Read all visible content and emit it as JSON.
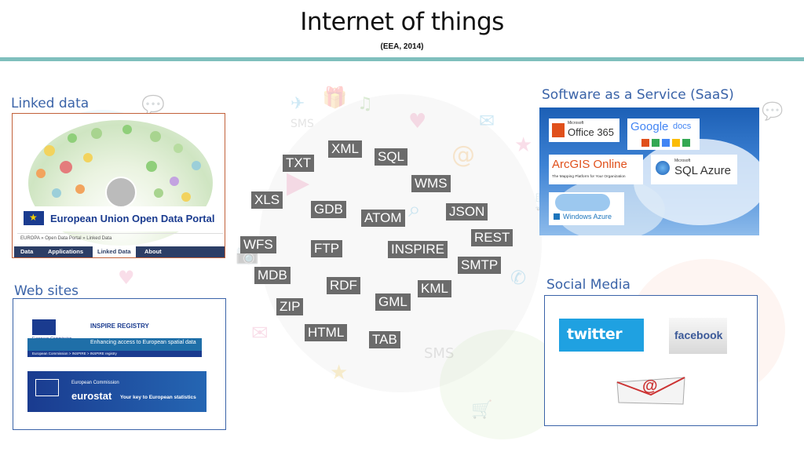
{
  "slide": {
    "title": "Internet of things",
    "subtitle": "(EEA, 2014)"
  },
  "sections": {
    "linked_data": "Linked data",
    "web_sites": "Web sites",
    "saas": "Software as a Service (SaaS)",
    "social_media": "Social Media"
  },
  "linked_data_panel": {
    "portal_title": "European Union Open Data Portal",
    "breadcrumb": "EUROPA  »  Open Data Portal  »  Linked Data",
    "nav": [
      "Data",
      "Applications",
      "Linked Data",
      "About"
    ],
    "active_nav": "Linked Data"
  },
  "web_sites_panel": {
    "inspire_title": "INSPIRE REGISTRY",
    "inspire_sub": "Enhancing access to European spatial data",
    "inspire_crumb": "European Commission  >  INSPIRE  >  INSPIRE registry",
    "inspire_flag_caption": "European Commission",
    "eurostat_top": "European Commission",
    "eurostat_name": "eurostat",
    "eurostat_tag": "Your key to European statistics"
  },
  "formats": [
    {
      "label": "XML"
    },
    {
      "label": "SQL"
    },
    {
      "label": "TXT"
    },
    {
      "label": "WMS"
    },
    {
      "label": "XLS"
    },
    {
      "label": "GDB"
    },
    {
      "label": "ATOM"
    },
    {
      "label": "JSON"
    },
    {
      "label": "REST"
    },
    {
      "label": "WFS"
    },
    {
      "label": "FTP"
    },
    {
      "label": "INSPIRE"
    },
    {
      "label": "SMTP"
    },
    {
      "label": "MDB"
    },
    {
      "label": "RDF"
    },
    {
      "label": "KML"
    },
    {
      "label": "ZIP"
    },
    {
      "label": "GML"
    },
    {
      "label": "HTML"
    },
    {
      "label": "TAB"
    }
  ],
  "saas_panel": {
    "office_small": "Microsoft",
    "office": "Office 365",
    "google": "Google",
    "docs": "docs",
    "arcgis": "ArcGIS Online",
    "arcgis_sub": "The Mapping Platform for Your Organization",
    "sql_small": "Microsoft",
    "sql": "SQL Azure",
    "windows_azure": "Windows Azure"
  },
  "social_panel": {
    "twitter": "twitter",
    "facebook": "facebook",
    "email_symbol": "@"
  },
  "colors": {
    "accent_rule": "#7fbfbd",
    "section_label": "#3a63a8",
    "tag_bg": "#6b6b6b",
    "eu_blue": "#1a3b8f",
    "twitter": "#1fa1e1",
    "facebook_text": "#3b5998"
  }
}
